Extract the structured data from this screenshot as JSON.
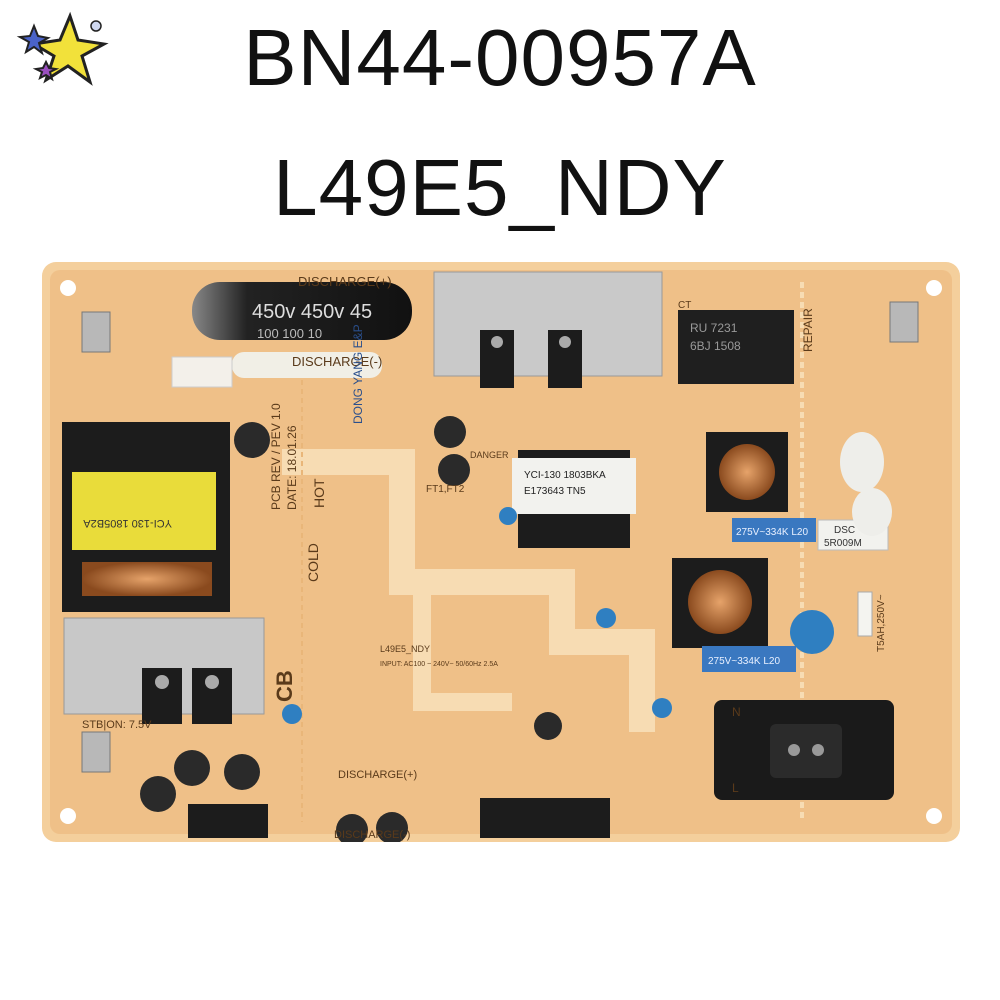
{
  "title": {
    "line1": "BN44-00957A",
    "line2": "L49E5_NDY"
  },
  "board": {
    "discharge_top_plus": "DISCHARGE(+)",
    "discharge_top_minus": "DISCHARGE(-)",
    "discharge_bottom_plus": "DISCHARGE(+)",
    "discharge_bottom_minus": "DISCHARGE(-)",
    "cap_rating": "450v 450v 45",
    "cap_rating2": "100 100 10",
    "maker": "DONG YANG E&P",
    "model_label": "L49E5_NDY",
    "pcb_rev": "PCB REV / PEV 1.0",
    "date": "DATE: 18.01.26",
    "hot": "HOT",
    "cold": "COLD",
    "cb": "CB",
    "stby": "STB|ON: 7.5V",
    "pfc_label": "E173643 TN5",
    "yci": "YCI-130 1803BKA",
    "yci_left": "YCI-130 1805B2A",
    "x_cap": "275V~334K L20",
    "x_cap2": "275V~334K L20",
    "dsc": "DSC",
    "dsc2": "5R009M",
    "fuse": "T5AH,250V~",
    "repair": "REPAIR",
    "danger": "DANGER",
    "ft": "FT1,FT2",
    "input_info": "INPUT: AC100 ~ 240V~ 50/60Hz 2.5A",
    "n_mark": "N",
    "l_mark": "L",
    "ct": "CT",
    "bridge": "RU 7231",
    "bridge2": "6BJ 1508"
  },
  "colors": {
    "pcb": "#f0c48a",
    "pcb_trace": "#f6d7ab",
    "heatsink": "#c9c9c9",
    "blue_cap": "#2f7fc1"
  }
}
